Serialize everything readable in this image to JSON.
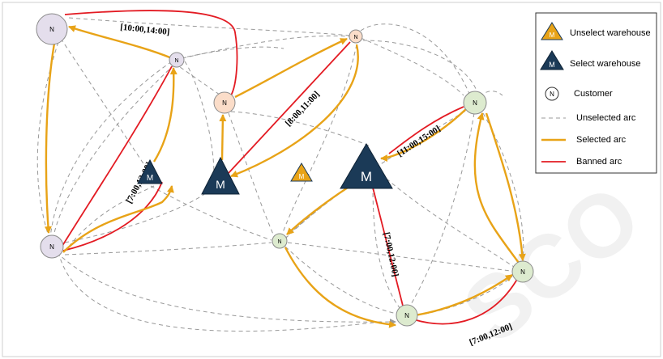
{
  "diagram": {
    "node_symbols": {
      "customer": "N",
      "warehouse": "M"
    },
    "colors": {
      "unselected_arc": "#999999",
      "selected_arc": "#E8A317",
      "banned_arc": "#E31B23",
      "warehouse_selected": "#1B3A57",
      "warehouse_unselected": "#E8A317",
      "customer_purple": "#E4DEEC",
      "customer_orange": "#FBDDC9",
      "customer_green": "#DDEBCF"
    },
    "arc_labels": [
      "[10:00,14:00]",
      "[8:00,11:00]",
      "[11:00,15:00]",
      "[7:00,12:00]",
      "[7:00,12:00]",
      "[7:00,12:00]"
    ],
    "watermark": "SCO"
  },
  "legend": {
    "items": [
      {
        "label": "Unselect warehouse",
        "symbol": "unselected-warehouse-icon"
      },
      {
        "label": "Select warehouse",
        "symbol": "selected-warehouse-icon"
      },
      {
        "label": "Customer",
        "symbol": "customer-icon"
      },
      {
        "label": "Unselected arc",
        "symbol": "dashed-gray-line"
      },
      {
        "label": "Selected arc",
        "symbol": "solid-orange-line"
      },
      {
        "label": "Banned arc",
        "symbol": "solid-red-line"
      }
    ]
  }
}
